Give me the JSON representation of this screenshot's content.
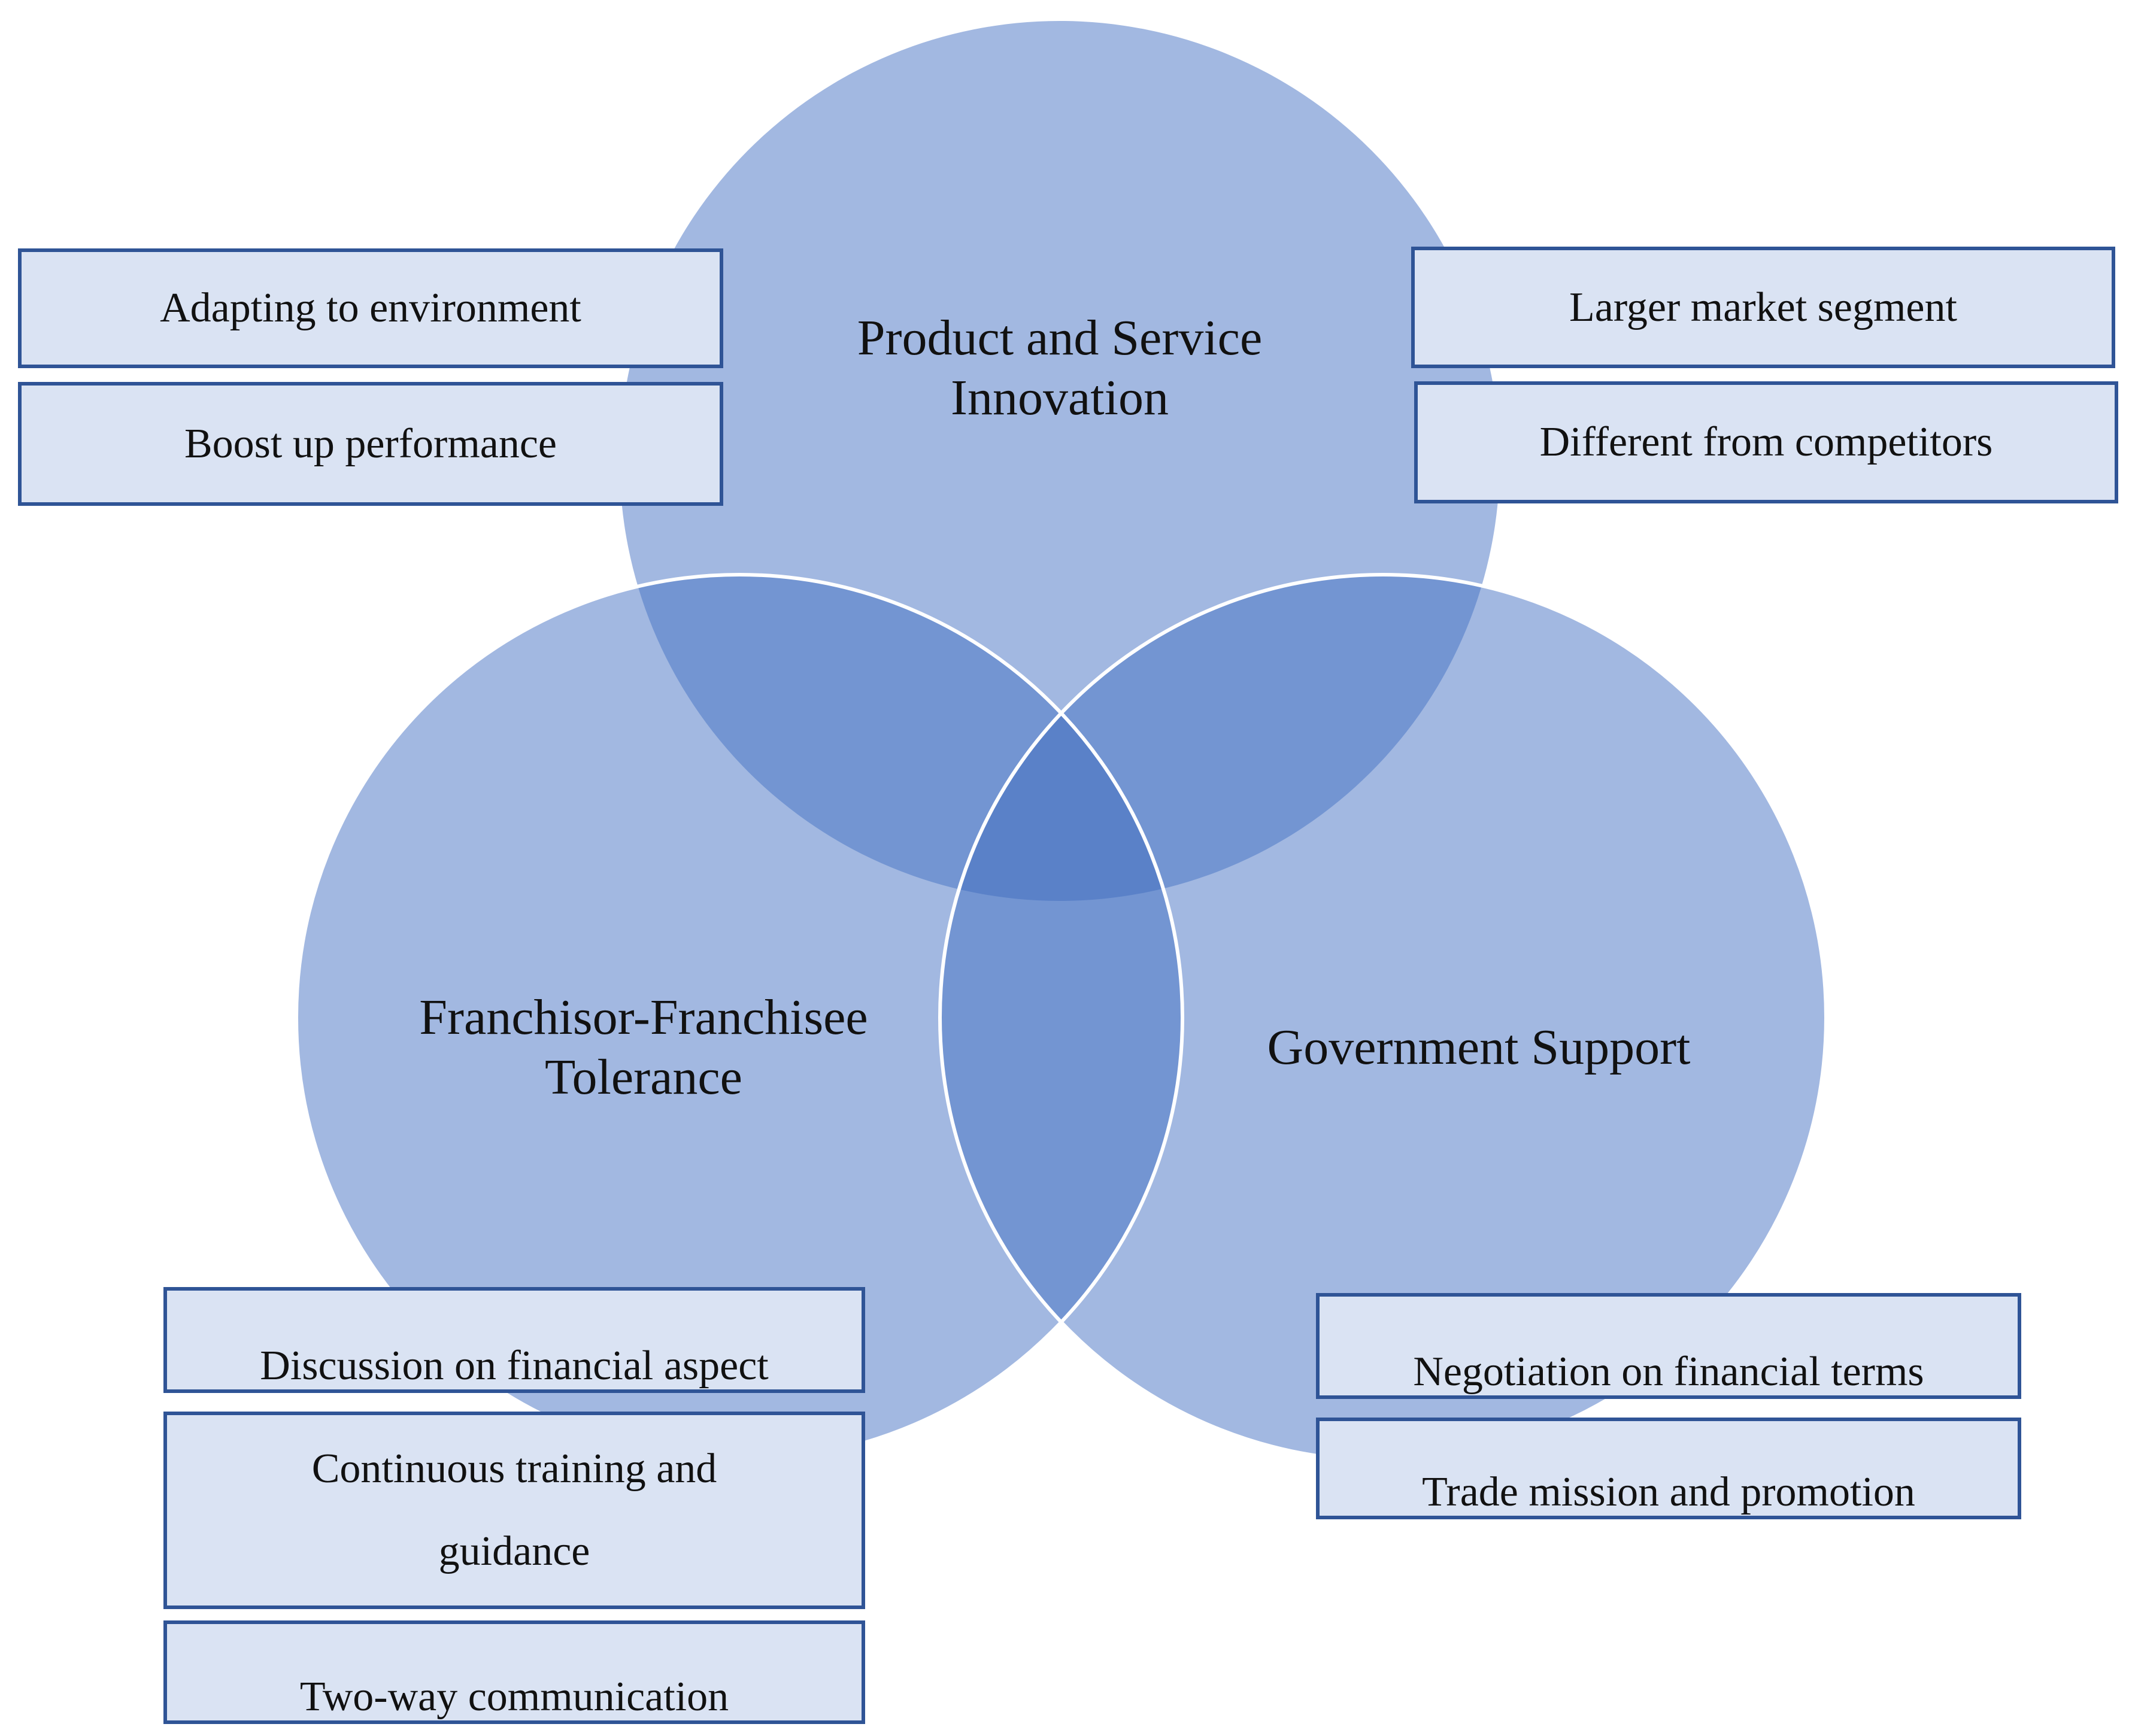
{
  "circles": {
    "top": {
      "title": "Product and Service\nInnovation"
    },
    "left": {
      "title": "Franchisor-Franchisee\nTolerance"
    },
    "right": {
      "title": "Government Support"
    }
  },
  "boxes": {
    "top_left": [
      "Adapting to environment",
      "Boost up performance"
    ],
    "top_right": [
      "Larger market segment",
      "Different from competitors"
    ],
    "bottom_left": [
      "Discussion on financial aspect",
      "Continuous training and\nguidance",
      "Two-way communication"
    ],
    "bottom_right": [
      "Negotiation on financial terms",
      "Trade mission and promotion"
    ]
  },
  "colors": {
    "circle_fill": "#a2b8e1",
    "overlap_two": "#7395d2",
    "overlap_three": "#5a81c8",
    "box_fill": "#dae3f3",
    "box_border": "#2f5496"
  }
}
